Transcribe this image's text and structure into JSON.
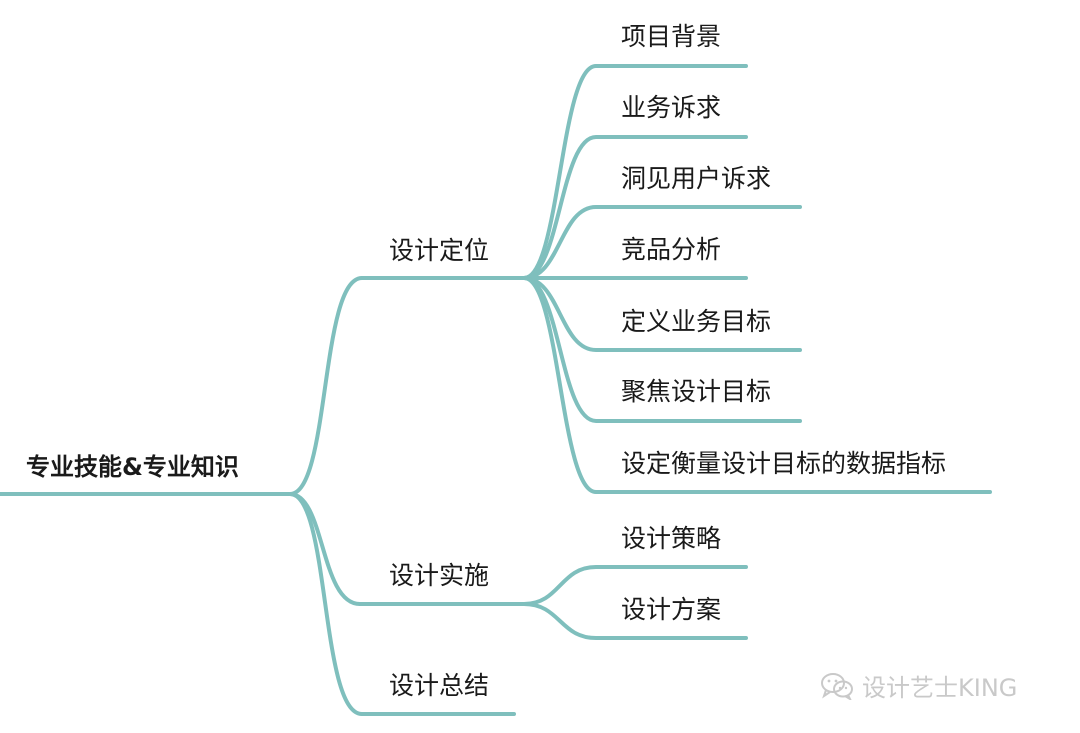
{
  "mindmap": {
    "root": "专业技能&专业知识",
    "branches": [
      {
        "label": "设计定位",
        "children": [
          "项目背景",
          "业务诉求",
          "洞见用户诉求",
          "竞品分析",
          "定义业务目标",
          "聚焦设计目标",
          "设定衡量设计目标的数据指标"
        ]
      },
      {
        "label": "设计实施",
        "children": [
          "设计策略",
          "设计方案"
        ]
      },
      {
        "label": "设计总结",
        "children": []
      }
    ]
  },
  "watermark": {
    "icon": "wechat-icon",
    "text": "设计艺士KING"
  },
  "colors": {
    "line": "#7fbfbd",
    "text": "#1a1a1a",
    "watermark": "#c9c9c9"
  }
}
